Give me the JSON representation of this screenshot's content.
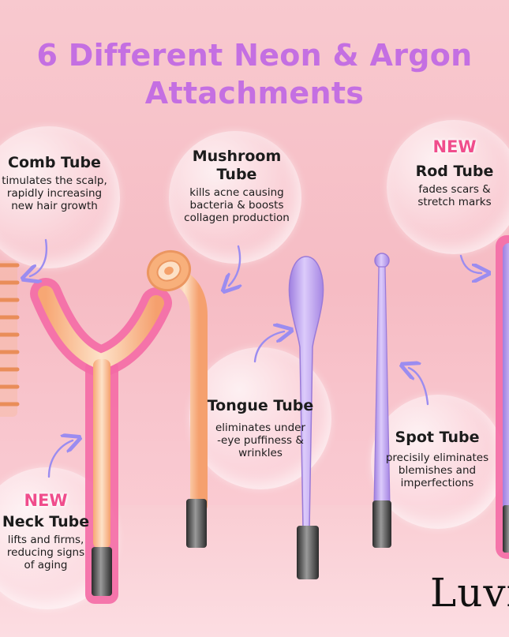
{
  "headline": {
    "line1": "6 Different Neon & Argon",
    "line2": "Attachments"
  },
  "colors": {
    "headline": "#c46fe2",
    "new_badge": "#f04d8c",
    "neon_orange": "#f7b58a",
    "argon_purple": "#b69ae6",
    "arrow": "#9b8cf0"
  },
  "attachments": [
    {
      "id": "comb",
      "title": "Comb Tube",
      "description": [
        "timulates the scalp,",
        "rapidly increasing",
        "new hair growth"
      ],
      "badge": ""
    },
    {
      "id": "mushroom",
      "title_lines": [
        "Mushroom",
        "Tube"
      ],
      "description": [
        "kills acne causing",
        "bacteria & boosts",
        "collagen production"
      ],
      "badge": ""
    },
    {
      "id": "rod",
      "title": "Rod Tube",
      "description": [
        "fades scars &",
        "stretch marks"
      ],
      "badge": "NEW"
    },
    {
      "id": "tongue",
      "title": "Tongue Tube",
      "description": [
        "eliminates under",
        "-eye puffiness &",
        "wrinkles"
      ],
      "badge": ""
    },
    {
      "id": "spot",
      "title": "Spot Tube",
      "description": [
        "precisily eliminates",
        "blemishes and",
        "imperfections"
      ],
      "badge": ""
    },
    {
      "id": "neck",
      "title": "Neck Tube",
      "description": [
        "lifts and firms,",
        "reducing signs",
        "of aging"
      ],
      "badge": "NEW"
    }
  ],
  "logo": "Luvi"
}
